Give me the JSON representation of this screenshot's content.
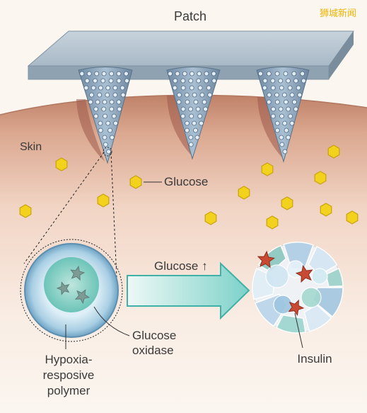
{
  "labels": {
    "patch": "Patch",
    "skin": "Skin",
    "glucose": "Glucose",
    "glucose_arrow": "Glucose ↑",
    "glucose_oxidase_1": "Glucose",
    "glucose_oxidase_2": "oxidase",
    "hypoxia_1": "Hypoxia-",
    "hypoxia_2": "resposive",
    "hypoxia_3": "polymer",
    "insulin": "Insulin"
  },
  "watermark": "狮城新闻",
  "colors": {
    "skin_top": "#c48a70",
    "skin_bottom": "#fbf4ee",
    "patch": "#9bb0bf",
    "glucose": "#f2d21c",
    "insulin": "#c84a33",
    "arrow": "#5cc6bd",
    "watermark": "#f0b400"
  },
  "icons": [
    "microneedle",
    "glucose-hexagon",
    "vesicle",
    "insulin-star",
    "burst-vesicle",
    "right-arrow"
  ]
}
